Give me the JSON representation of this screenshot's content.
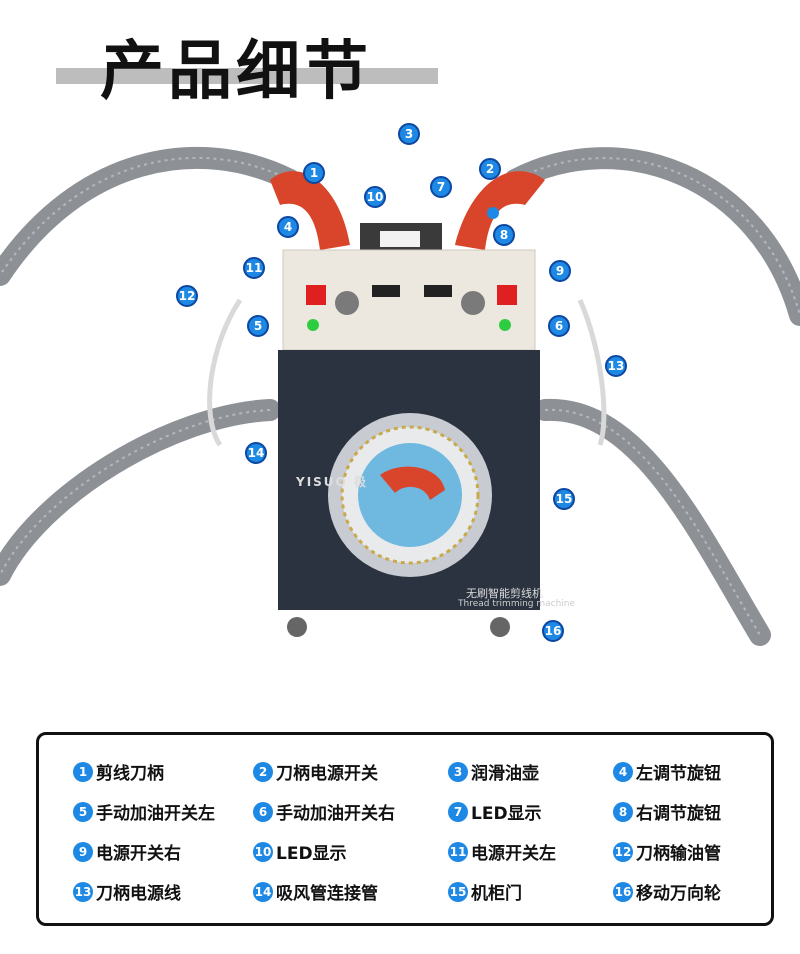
{
  "title": "产品细节",
  "product": {
    "brand": "YISUO 极",
    "label_cn": "无刷智能剪线机",
    "label_en": "Thread trimming machine",
    "callouts": [
      "1",
      "2",
      "3",
      "4",
      "5",
      "6",
      "7",
      "8",
      "9",
      "10",
      "11",
      "12",
      "13",
      "14",
      "15",
      "16"
    ]
  },
  "legend": [
    {
      "num": "1",
      "label": "剪线刀柄"
    },
    {
      "num": "2",
      "label": "刀柄电源开关"
    },
    {
      "num": "3",
      "label": "润滑油壶"
    },
    {
      "num": "4",
      "label": "左调节旋钮"
    },
    {
      "num": "5",
      "label": "手动加油开关左"
    },
    {
      "num": "6",
      "label": "手动加油开关右"
    },
    {
      "num": "7",
      "label": "LED显示"
    },
    {
      "num": "8",
      "label": "右调节旋钮"
    },
    {
      "num": "9",
      "label": "电源开关右"
    },
    {
      "num": "10",
      "label": "LED显示"
    },
    {
      "num": "11",
      "label": "电源开关左"
    },
    {
      "num": "12",
      "label": "刀柄输油管"
    },
    {
      "num": "13",
      "label": "刀柄电源线"
    },
    {
      "num": "14",
      "label": "吸风管连接管"
    },
    {
      "num": "15",
      "label": "机柜门"
    },
    {
      "num": "16",
      "label": "移动万向轮"
    }
  ],
  "colors": {
    "accent": "#1e88e5",
    "cabinet": "#2b3340",
    "panel": "#ece7df",
    "handle": "#d9452b",
    "hose": "#8d9196"
  }
}
